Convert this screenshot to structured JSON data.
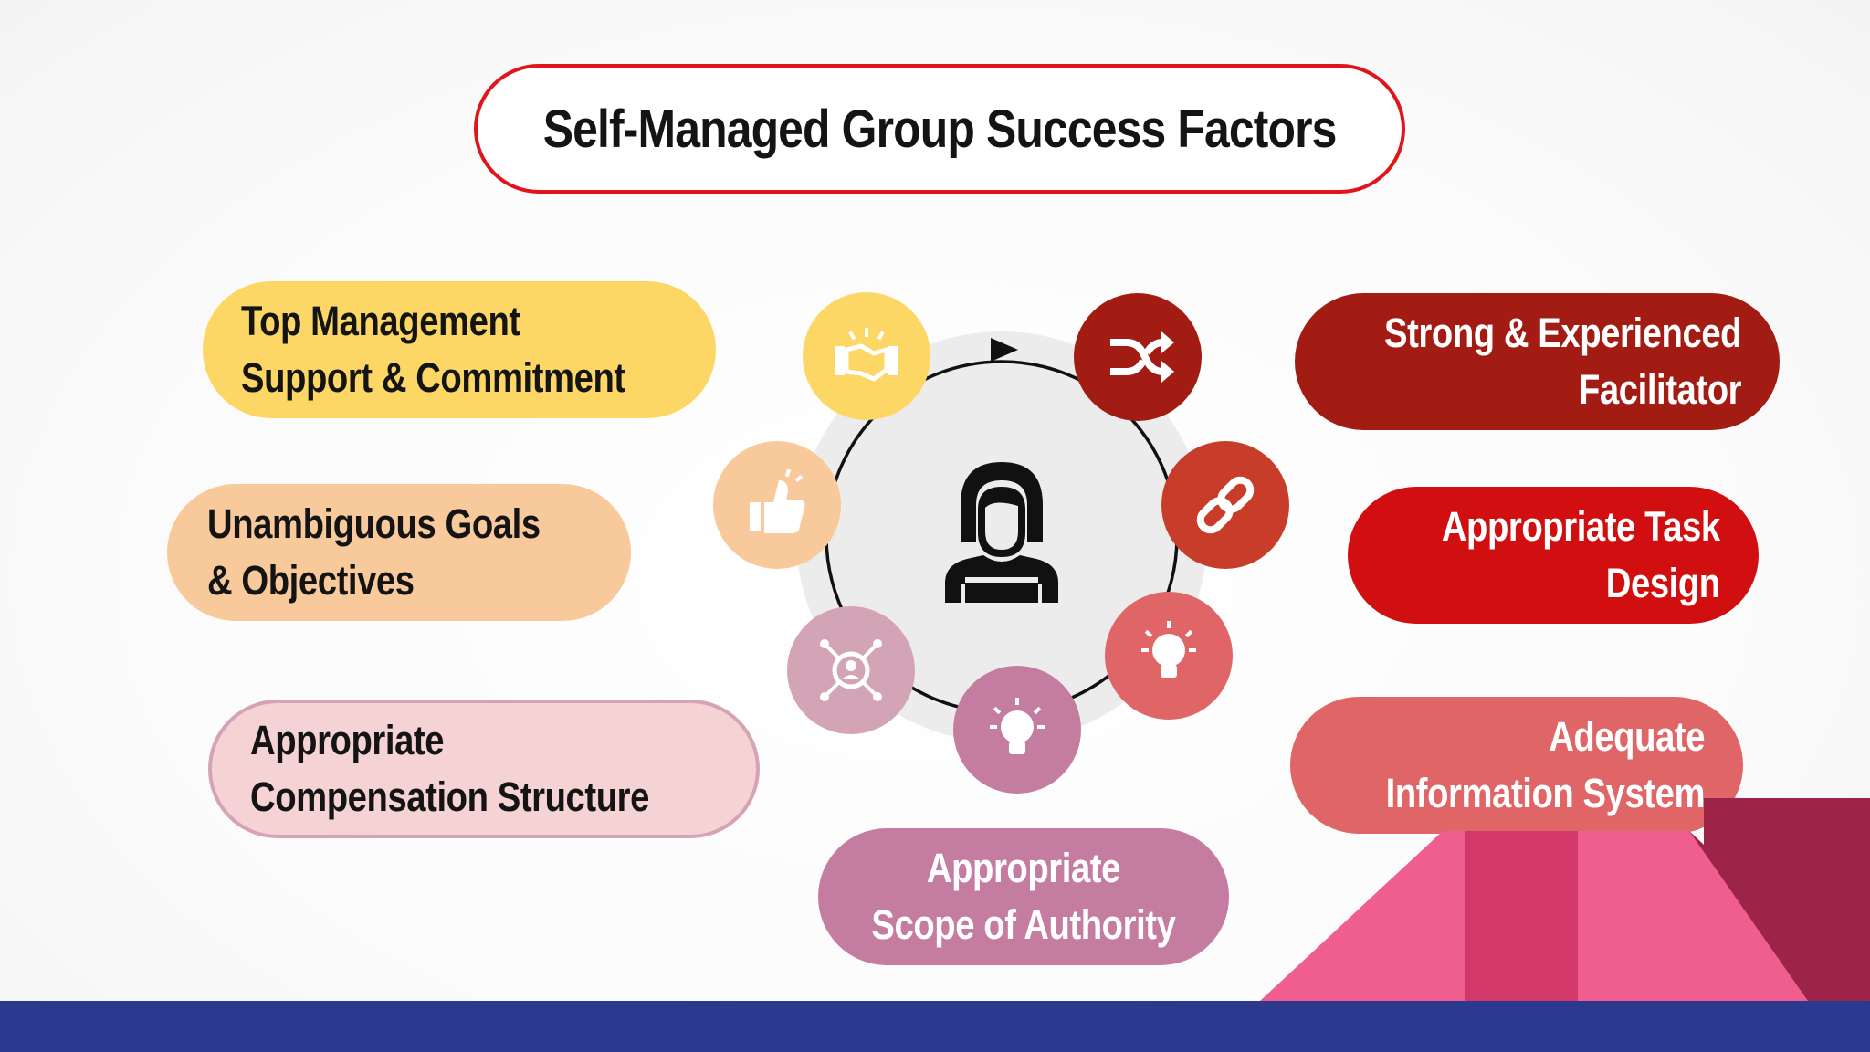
{
  "title": "Self-Managed Group Success Factors",
  "factors": {
    "top_management": "Top Management\nSupport & Commitment",
    "unambiguous_goals": "Unambiguous Goals\n& Objectives",
    "compensation": "Appropriate\nCompensation Structure",
    "facilitator": "Strong & Experienced\nFacilitator",
    "task_design": "Appropriate Task\nDesign",
    "information_system": "Adequate\nInformation System",
    "scope_authority": "Appropriate\nScope of Authority"
  },
  "colors": {
    "title_border": "#e2141b",
    "yellow": "#fdd766",
    "peach": "#f8c99b",
    "light_pink": "#f5d2d4",
    "dark_red": "#a21c14",
    "red": "#d10f10",
    "coral": "#df6566",
    "mauve": "#c47ca0",
    "navy": "#2b3a8e"
  },
  "icons": {
    "center": "person-icon",
    "yellow_circle": "handshake-icon",
    "dark_red_circle": "shuffle-icon",
    "peach_circle": "thumbs-up-icon",
    "red_circle": "link-icon",
    "coral_circle": "lightbulb-icon",
    "mauve_circle": "lightbulb-icon",
    "pink_circle": "network-person-icon"
  }
}
